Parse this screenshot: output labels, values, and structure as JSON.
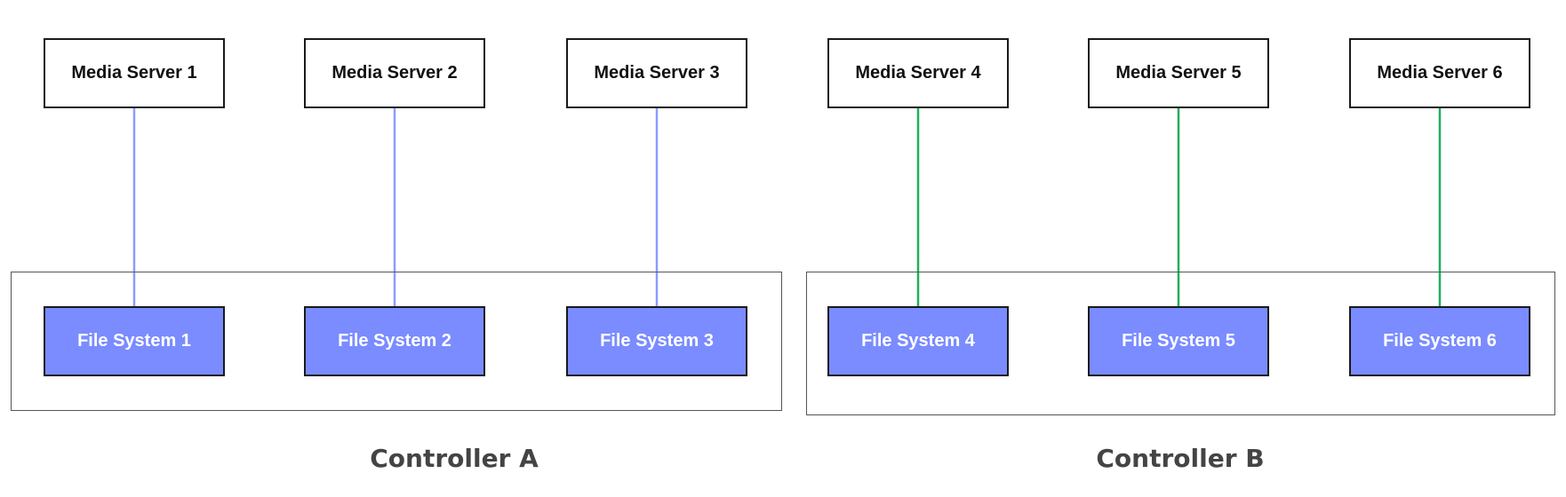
{
  "controllers": [
    {
      "label": "Controller A",
      "link_color": "#8c9cff",
      "media_servers": [
        "Media Server 1",
        "Media Server 2",
        "Media Server 3"
      ],
      "file_systems": [
        "File System 1",
        "File System 2",
        "File System 3"
      ]
    },
    {
      "label": "Controller B",
      "link_color": "#1fb05a",
      "media_servers": [
        "Media Server 4",
        "Media Server 5",
        "Media Server 6"
      ],
      "file_systems": [
        "File System 4",
        "File System 5",
        "File System 6"
      ]
    }
  ],
  "colors": {
    "file_system_fill": "#7a8cff",
    "media_server_fill": "#ffffff",
    "border": "#1a1a1a"
  }
}
